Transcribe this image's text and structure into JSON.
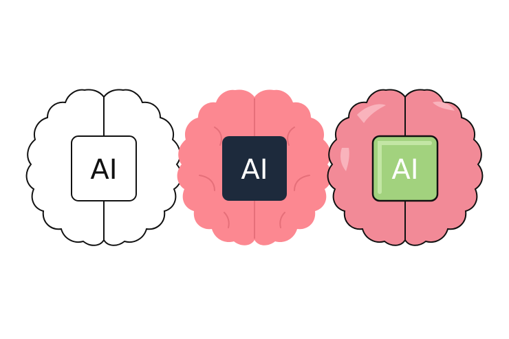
{
  "icons": [
    {
      "name": "outline-brain-ai-icon",
      "style": "outline",
      "chip_label": "AI",
      "colors": {
        "brain_fill": "#ffffff",
        "brain_stroke": "#111111",
        "chip_fill": "#ffffff",
        "chip_stroke": "#111111",
        "text": "#111111"
      }
    },
    {
      "name": "flat-brain-ai-icon",
      "style": "flat",
      "chip_label": "AI",
      "colors": {
        "brain_fill": "#fc8891",
        "brain_stroke": "none",
        "fold": "#e56f79",
        "chip_fill": "#1d2a3c",
        "chip_stroke": "none",
        "text": "#ffffff"
      }
    },
    {
      "name": "filled-outline-brain-ai-icon",
      "style": "filled-outline",
      "chip_label": "AI",
      "colors": {
        "brain_fill": "#f28a97",
        "brain_highlight": "#f9b3bc",
        "brain_stroke": "#111111",
        "chip_fill": "#a2d27e",
        "chip_highlight": "#c3e6a5",
        "chip_stroke": "#111111",
        "text": "#ffffff"
      }
    }
  ]
}
